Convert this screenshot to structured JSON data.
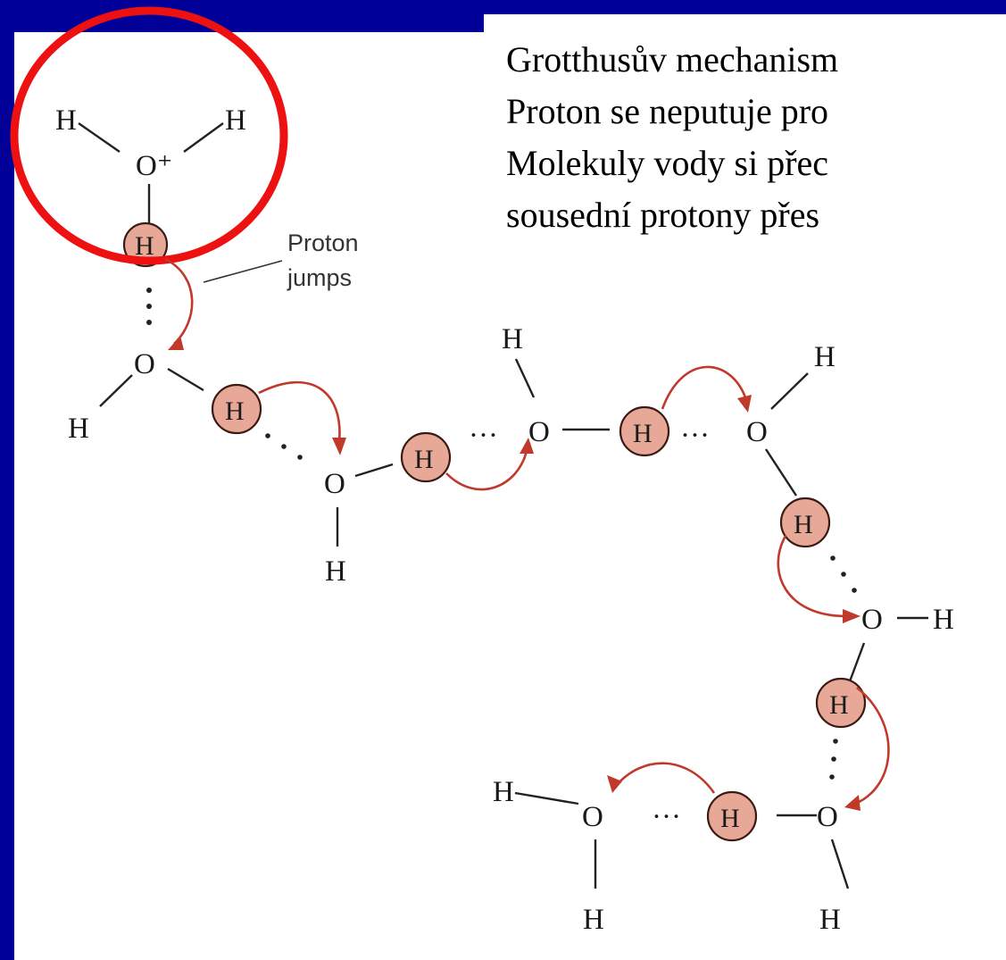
{
  "caption": {
    "lines": [
      "Grotthusův mechanism",
      "Proton se neputuje pro",
      "Molekuly vody si přec",
      "sousední protony přes"
    ]
  },
  "labels": {
    "proton_jumps_line1": "Proton",
    "proton_jumps_line2": "jumps"
  },
  "atoms": {
    "H": "H",
    "O": "O",
    "O_plus": "O⁺",
    "dots": "···"
  },
  "colors": {
    "frame": "#000099",
    "highlight_circle": "#ee1111",
    "arrow": "#c0392b",
    "proton_fill": "#e7a898"
  }
}
